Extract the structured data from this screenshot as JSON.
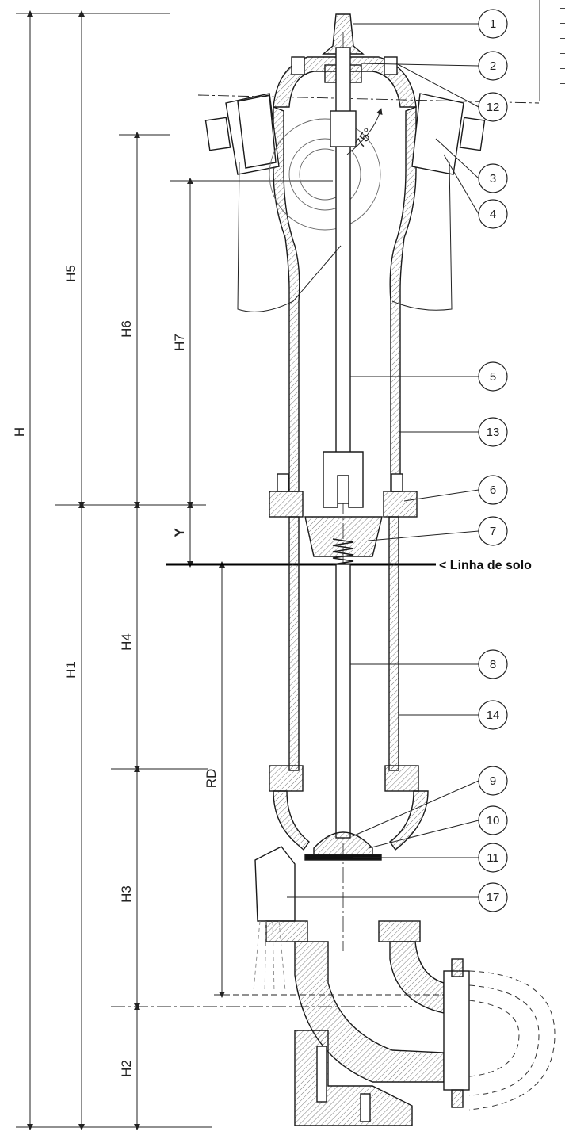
{
  "dimensions": {
    "H": "H",
    "H5": "H5",
    "H6": "H6",
    "H7": "H7",
    "H1": "H1",
    "H4": "H4",
    "Y": "Y",
    "RD": "RD",
    "H3": "H3",
    "H2": "H2"
  },
  "angle_label": "75°",
  "ground_line_label": "< Linha de solo",
  "callouts": [
    "1",
    "2",
    "12",
    "3",
    "4",
    "5",
    "13",
    "6",
    "7",
    "8",
    "14",
    "9",
    "10",
    "11",
    "17"
  ],
  "legend_items": 6,
  "colors": {
    "line": "#1a1a1a",
    "hatch": "#555555",
    "guide": "#333333"
  }
}
